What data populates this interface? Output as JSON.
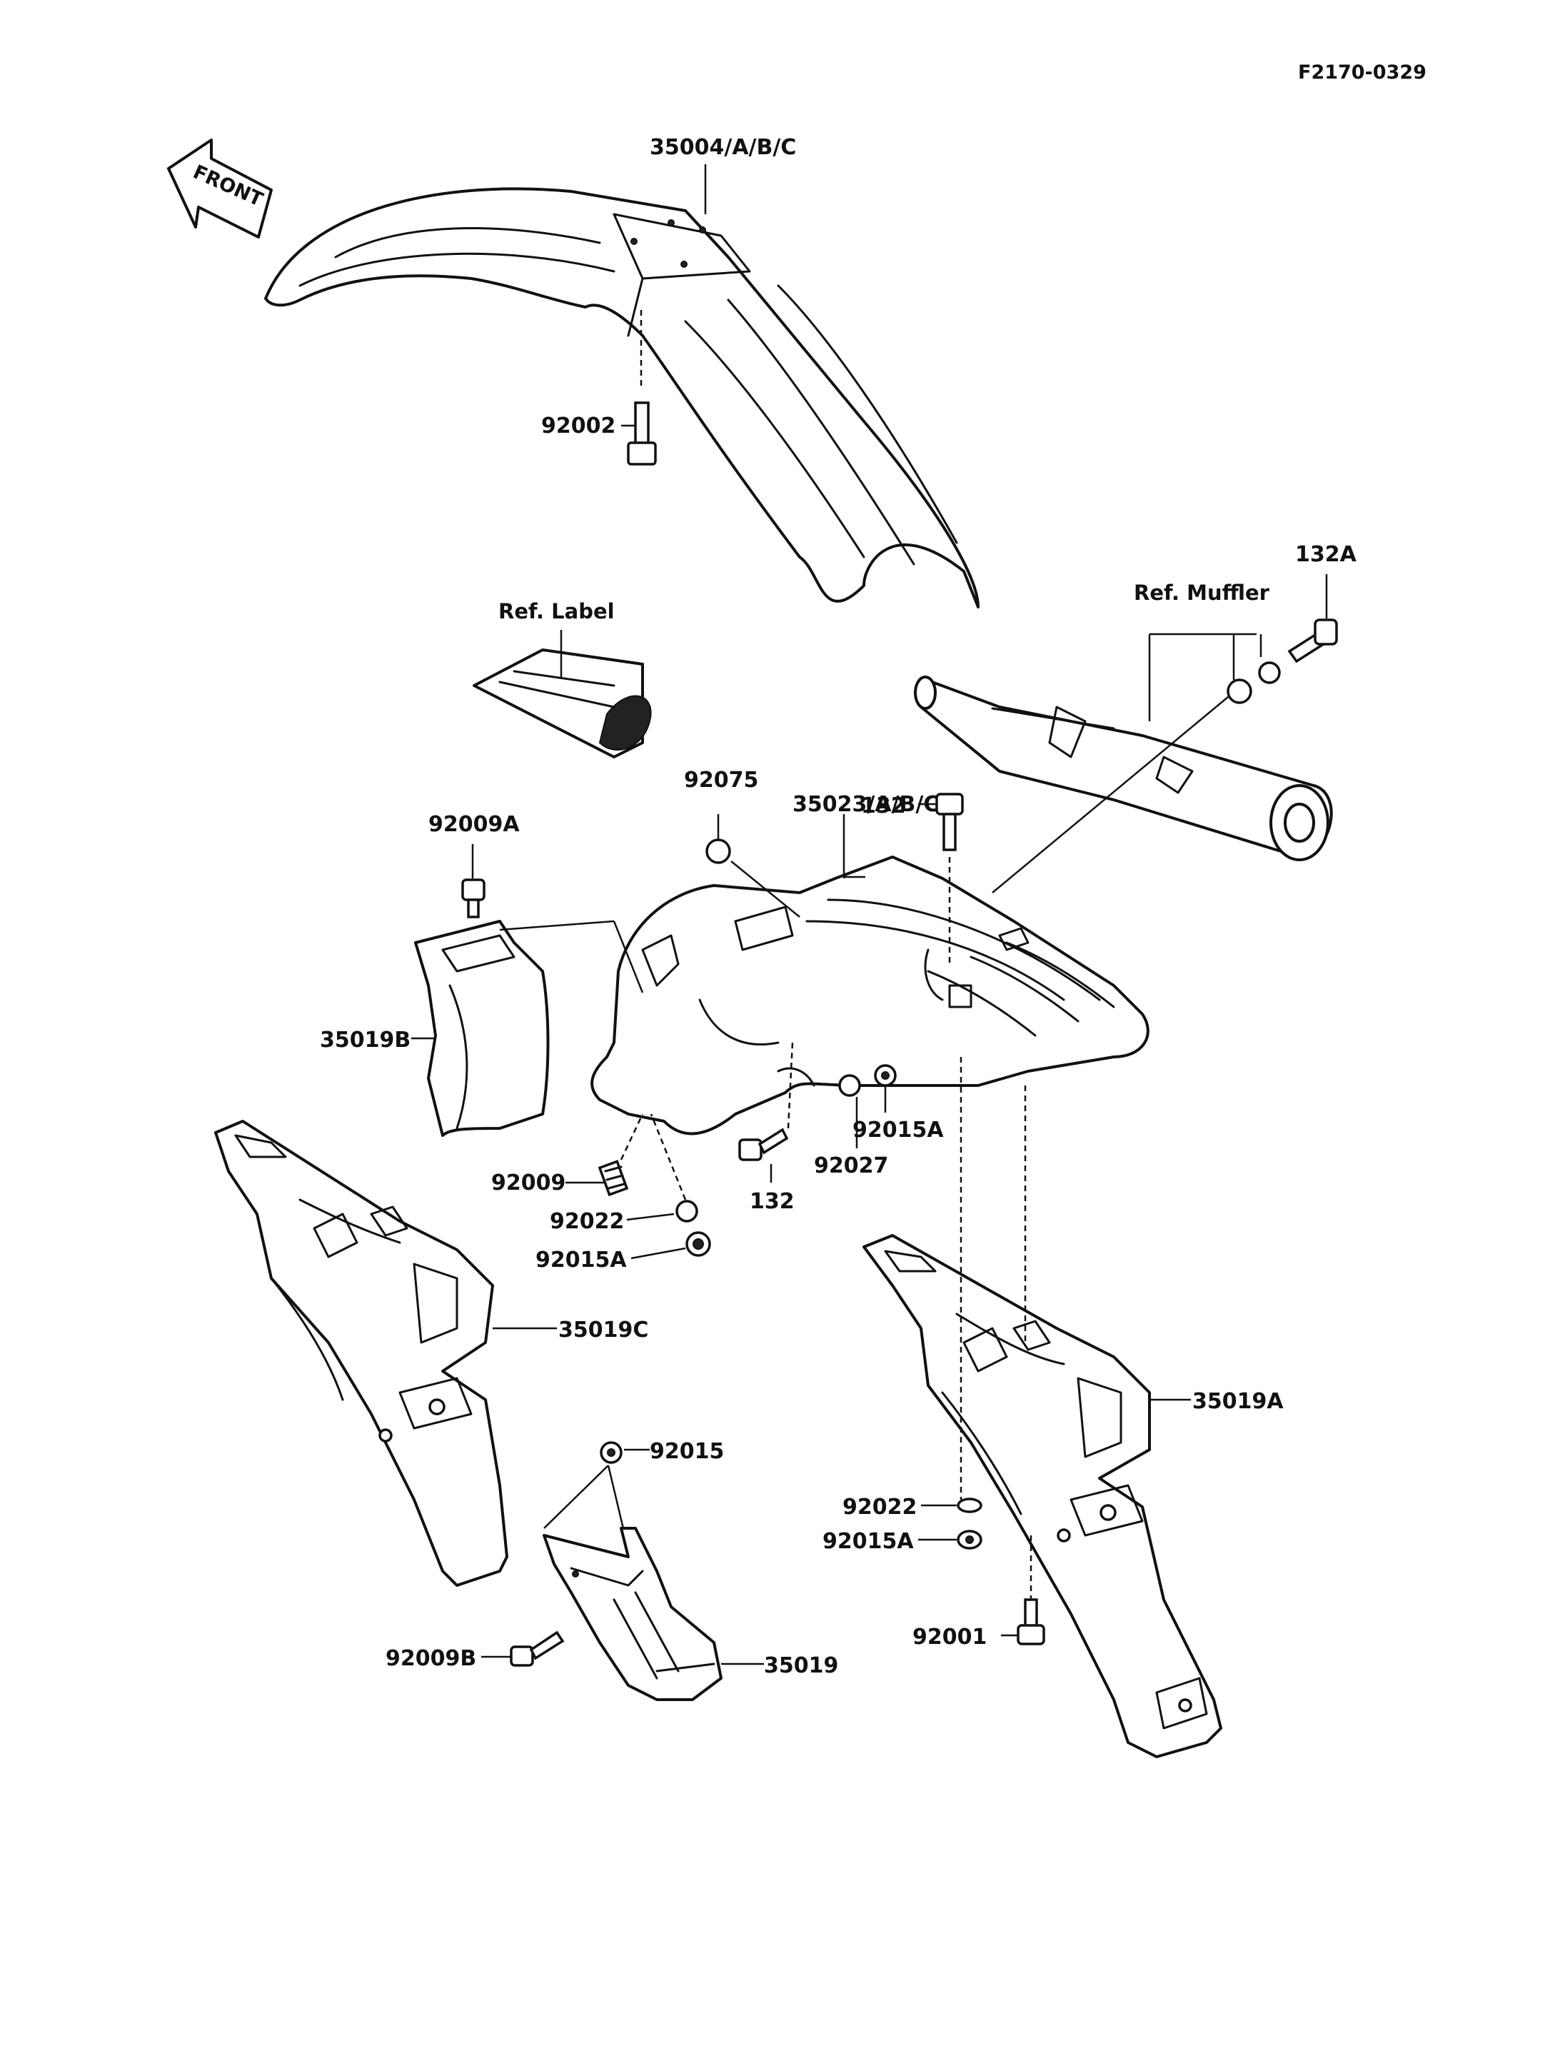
{
  "diagram": {
    "code": "F2170-0329",
    "front_arrow": "FRONT",
    "ref_labels": {
      "label": "Ref. Label",
      "muffler": "Ref. Muffler"
    },
    "callouts": {
      "front_fender": "35004/A/B/C",
      "bolt_front": "92002",
      "bolt_132a": "132A",
      "rear_fender": "35023/A/B/C",
      "grommet_92075": "92075",
      "bolt_132_top": "132",
      "bolt_92009a": "92009A",
      "flap_35019b": "35019B",
      "spacer_92009": "92009",
      "washer_92022_left": "92022",
      "nut_92015a_left": "92015A",
      "bolt_132_bottom": "132",
      "collar_92027": "92027",
      "nut_92015a_mid": "92015A",
      "flap_35019c": "35019C",
      "flap_35019a": "35019A",
      "nut_92015": "92015",
      "washer_92022_right": "92022",
      "nut_92015a_right": "92015A",
      "bolt_92001": "92001",
      "bolt_92009b": "92009B",
      "flap_35019": "35019"
    }
  }
}
